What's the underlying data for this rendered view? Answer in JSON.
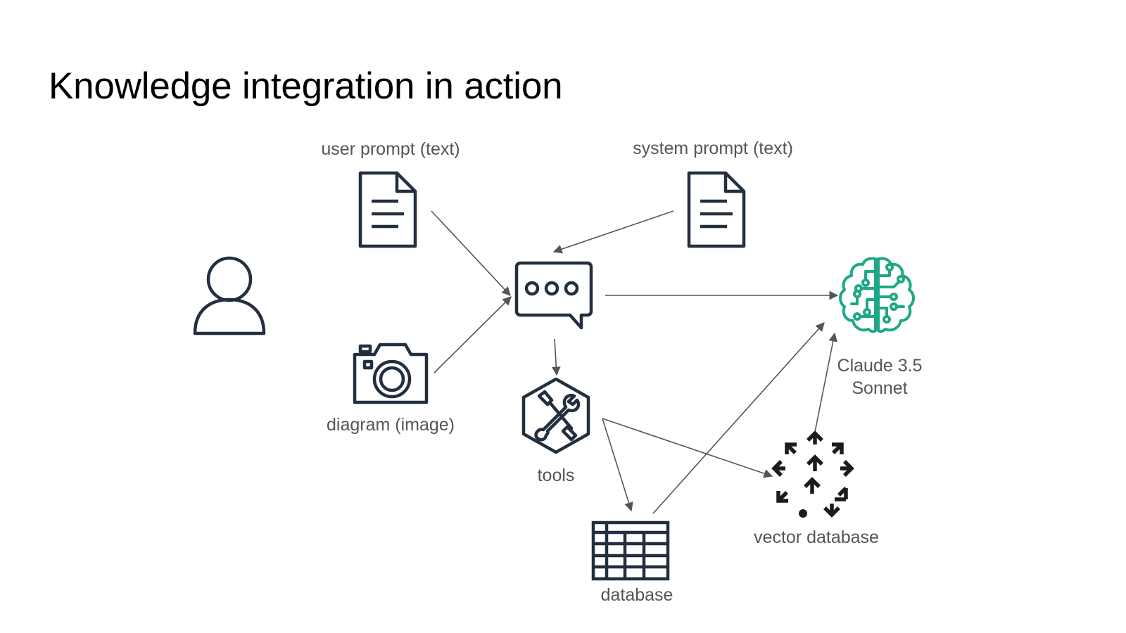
{
  "slide": {
    "title": "Knowledge integration in action"
  },
  "nodes": {
    "user": {
      "icon": "user-icon"
    },
    "user_prompt": {
      "label": "user prompt (text)",
      "icon": "document-icon"
    },
    "system_prompt": {
      "label": "system prompt (text)",
      "icon": "document-icon"
    },
    "diagram": {
      "label": "diagram (image)",
      "icon": "camera-icon"
    },
    "chat": {
      "icon": "chat-bubble-icon"
    },
    "tools": {
      "label": "tools",
      "icon": "tools-icon"
    },
    "model": {
      "label_line1": "Claude 3.5",
      "label_line2": "Sonnet",
      "icon": "brain-circuit-icon"
    },
    "database": {
      "label": "database",
      "icon": "database-table-icon"
    },
    "vector_db": {
      "label": "vector database",
      "icon": "vector-database-icon"
    }
  },
  "edges": [
    {
      "from": "user_prompt",
      "to": "chat"
    },
    {
      "from": "system_prompt",
      "to": "chat"
    },
    {
      "from": "diagram",
      "to": "chat"
    },
    {
      "from": "chat",
      "to": "model"
    },
    {
      "from": "chat",
      "to": "tools"
    },
    {
      "from": "tools",
      "to": "database"
    },
    {
      "from": "tools",
      "to": "vector_db"
    },
    {
      "from": "database",
      "to": "model"
    },
    {
      "from": "vector_db",
      "to": "model"
    }
  ],
  "colors": {
    "icon_stroke": "#232f3e",
    "model_accent": "#1fa886",
    "label_text": "#555555",
    "arrow": "#555555"
  }
}
